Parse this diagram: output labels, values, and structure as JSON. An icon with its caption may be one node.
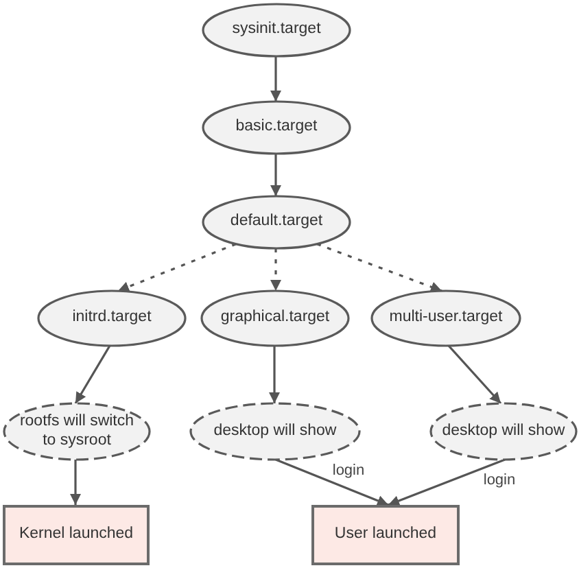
{
  "diagram": {
    "nodes": [
      {
        "text": [
          "sysinit.target"
        ]
      },
      {
        "text": [
          "basic.target"
        ]
      },
      {
        "text": [
          "default.target"
        ]
      },
      {
        "text": [
          "initrd.target"
        ]
      },
      {
        "text": [
          "graphical.target"
        ]
      },
      {
        "text": [
          "multi-user.target"
        ]
      },
      {
        "text": [
          "rootfs will switch to sysroot"
        ]
      },
      {
        "text": [
          "desktop will show"
        ]
      },
      {
        "text": [
          "desktop will show"
        ]
      },
      {
        "text": [
          "Kernel launched"
        ]
      },
      {
        "text": [
          "User launched"
        ]
      }
    ],
    "edges": [
      {
        "from": 0,
        "to": 1,
        "arrow": "to"
      },
      {
        "from": 1,
        "to": 2,
        "arrow": "to"
      },
      {
        "from": 2,
        "to": 3,
        "arrow": "to",
        "style": "dashed"
      },
      {
        "from": 2,
        "to": 4,
        "arrow": "to",
        "style": "dashed"
      },
      {
        "from": 2,
        "to": 5,
        "arrow": "to",
        "style": "dashed"
      },
      {
        "from": 3,
        "to": 6,
        "arrow": "to"
      },
      {
        "from": 4,
        "to": 7,
        "arrow": "to"
      },
      {
        "from": 5,
        "to": 8,
        "arrow": "to"
      },
      {
        "from": 6,
        "to": 9,
        "arrow": "to"
      },
      {
        "from": 7,
        "to": 10,
        "arrow": "to",
        "label": "login"
      },
      {
        "from": 8,
        "to": 10,
        "arrow": "to",
        "label": "login"
      }
    ]
  }
}
